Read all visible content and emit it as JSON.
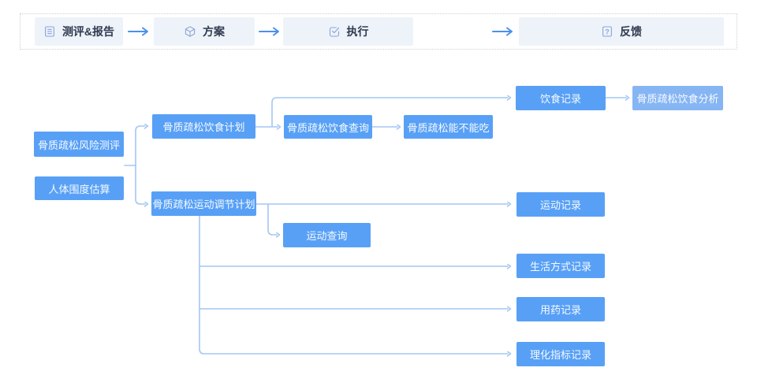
{
  "colors": {
    "node_blue": "#58a0f6",
    "node_light_blue": "#86b5f3",
    "connector_blue": "#a4c6f3",
    "stage_arrow_blue": "#4a90f0",
    "stage_pill_bg": "#eef3fa",
    "stage_text": "#2f3a4f",
    "stage_icon": "#8aa5d6"
  },
  "stage_bar": {
    "stages": [
      {
        "label": "测评&报告",
        "icon": "report-list-icon"
      },
      {
        "label": "方案",
        "icon": "cube-icon"
      },
      {
        "label": "执行",
        "icon": "check-square-icon"
      },
      {
        "label": "反馈",
        "icon": "question-square-icon"
      }
    ]
  },
  "flowchart": {
    "nodes": [
      {
        "id": "risk-assessment",
        "label": "骨质疏松风险测评"
      },
      {
        "id": "body-circumference",
        "label": "人体围度估算"
      },
      {
        "id": "diet-plan",
        "label": "骨质疏松饮食计划"
      },
      {
        "id": "exercise-plan",
        "label": "骨质疏松运动调节计划"
      },
      {
        "id": "diet-query",
        "label": "骨质疏松饮食查询"
      },
      {
        "id": "diet-edible",
        "label": "骨质疏松能不能吃"
      },
      {
        "id": "diet-record",
        "label": "饮食记录"
      },
      {
        "id": "diet-analysis",
        "label": "骨质疏松饮食分析",
        "variant": "light"
      },
      {
        "id": "exercise-query",
        "label": "运动查询"
      },
      {
        "id": "exercise-record",
        "label": "运动记录"
      },
      {
        "id": "lifestyle-record",
        "label": "生活方式记录"
      },
      {
        "id": "medication-record",
        "label": "用药记录"
      },
      {
        "id": "physicochemical-record",
        "label": "理化指标记录"
      }
    ],
    "edges": [
      {
        "from": "risk-assessment+body-circumference",
        "to": "diet-plan"
      },
      {
        "from": "risk-assessment+body-circumference",
        "to": "exercise-plan"
      },
      {
        "from": "diet-plan",
        "to": "diet-query"
      },
      {
        "from": "diet-plan",
        "to": "diet-record"
      },
      {
        "from": "diet-query",
        "to": "diet-edible"
      },
      {
        "from": "diet-record",
        "to": "diet-analysis"
      },
      {
        "from": "exercise-plan",
        "to": "exercise-query"
      },
      {
        "from": "exercise-plan",
        "to": "exercise-record"
      },
      {
        "from": "exercise-plan",
        "to": "lifestyle-record"
      },
      {
        "from": "exercise-plan",
        "to": "medication-record"
      },
      {
        "from": "exercise-plan",
        "to": "physicochemical-record"
      }
    ]
  }
}
